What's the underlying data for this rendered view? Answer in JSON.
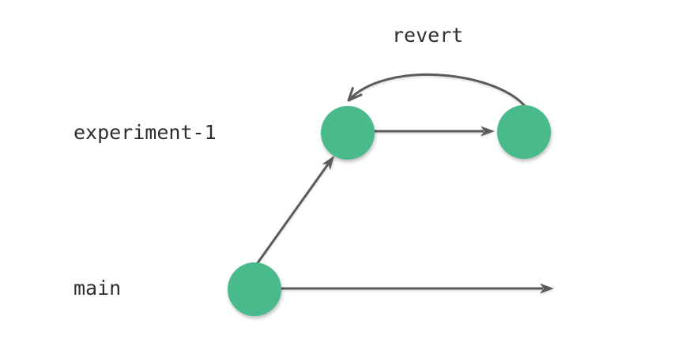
{
  "colors": {
    "commit": "#48ba8b",
    "arrow": "#5b5b5b",
    "text": "#2e2e2e",
    "background": "#ffffff"
  },
  "diagram": {
    "type": "git-branch-diagram",
    "revert_label": "revert",
    "branches": [
      {
        "label": "experiment-1",
        "commit_count": 2
      },
      {
        "label": "main",
        "commit_count": 1
      }
    ],
    "edges": [
      {
        "from": "main-commit",
        "to": "experiment-commit-1",
        "kind": "branch-off"
      },
      {
        "from": "experiment-commit-1",
        "to": "experiment-commit-2",
        "kind": "commit"
      },
      {
        "from": "experiment-commit-2",
        "to": "experiment-commit-1",
        "kind": "revert",
        "label": "revert"
      },
      {
        "from": "main-commit",
        "kind": "timeline",
        "direction": "right"
      }
    ]
  }
}
